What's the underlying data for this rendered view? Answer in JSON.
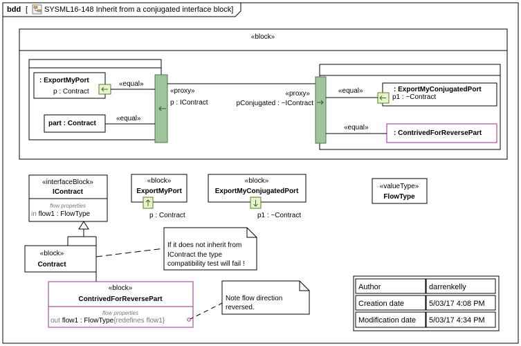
{
  "diagram": {
    "kind": "bdd",
    "name": "SYSML16-148 Inherit from a conjugated interface block]",
    "name_bracket": "["
  },
  "ibd": {
    "stereotype": "«block»",
    "left_part_box": {
      "export_port": {
        "name": ": ExportMyPort",
        "feature": "p : Contract"
      },
      "contract_part": "part : Contract",
      "proxy_stereo": "«proxy»",
      "proxy_label": "p : IContract",
      "equal_1": "«equal»",
      "equal_2": "«equal»"
    },
    "right_part_box": {
      "conj_port": {
        "name": ": ExportMyConjugatedPort",
        "feature": "p1 : ~Contract"
      },
      "contrived_part": ": ContrivedForReversePart",
      "proxy_stereo": "«proxy»",
      "proxy_label": "pConjugated : ~IContract",
      "equal_1": "«equal»",
      "equal_2": "«equal»"
    }
  },
  "blocks": {
    "icontract": {
      "stereotype": "«interfaceBlock»",
      "name": "IContract",
      "compartment": "flow properties",
      "prop_dir": "in",
      "prop_name": "flow1",
      "prop_type": " : FlowType"
    },
    "export_my_port": {
      "stereotype": "«block»",
      "name": "ExportMyPort",
      "port_label": "p : Contract"
    },
    "export_my_conj_port": {
      "stereotype": "«block»",
      "name": "ExportMyConjugatedPort",
      "port_label": "p1 : ~Contract"
    },
    "flowtype": {
      "stereotype": "«valueType»",
      "name": "FlowType"
    },
    "contract": {
      "stereotype": "«block»",
      "name": "Contract"
    },
    "contrived": {
      "stereotype": "«block»",
      "name": "ContrivedForReversePart",
      "compartment": "flow properties",
      "prop_dir": "out",
      "prop_name": "flow1",
      "prop_type": " : FlowType",
      "prop_mod": "{redefines flow1}"
    }
  },
  "notes": {
    "note1": [
      "If it does not inherit from",
      "IContract the type",
      "compatibility test will fail !"
    ],
    "note2": [
      "Note flow direction",
      "reversed."
    ]
  },
  "info_table": [
    {
      "key": "Author",
      "value": "darrenkelly"
    },
    {
      "key": "Creation date",
      "value": "5/03/17 4:08 PM"
    },
    {
      "key": "Modification date",
      "value": "5/03/17 4:34 PM"
    }
  ],
  "colors": {
    "port_fill": "#e8f5cc",
    "port_stroke": "#5a7a2a",
    "proxy_fill": "#9fc39b",
    "proxy_stroke": "#4d7a4d",
    "pink": "#9b2a8e"
  }
}
